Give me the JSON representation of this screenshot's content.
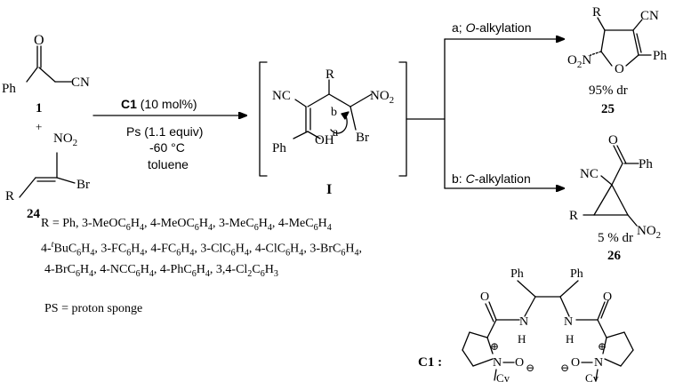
{
  "reactants": {
    "ketonitrile_number": "1",
    "nitroalkene_number": "24",
    "plus": "+",
    "ph": "Ph",
    "cn": "CN",
    "o": "O",
    "no2": "NO",
    "no2_sub": "2",
    "r": "R",
    "br": "Br"
  },
  "conditions": {
    "catalyst": "C1",
    "catalyst_loading": " (10 mol%)",
    "base": "Ps (1.1 equiv)",
    "temperature": "-60 °C",
    "solvent": "toluene"
  },
  "intermediate": {
    "label": "I",
    "nc": "NC",
    "r": "R",
    "no2": "NO",
    "no2_sub": "2",
    "br": "Br",
    "ph": "Ph",
    "oh": "OH",
    "a": "a",
    "b": "b"
  },
  "path_a": {
    "label_prefix": "a; ",
    "label_italic": "O",
    "label_suffix": "-alkylation",
    "product_number": "25",
    "dr": "95% dr",
    "r": "R",
    "cn": "CN",
    "o2n": "O",
    "o2n_sub": "2",
    "n": "N",
    "o": "O",
    "ph": "Ph"
  },
  "path_b": {
    "label_prefix": "b: ",
    "label_italic": "C",
    "label_suffix": "-alkylation",
    "product_number": "26",
    "dr": "5 % dr",
    "o": "O",
    "nc": "NC",
    "ph": "Ph",
    "r": "R",
    "no2": "NO",
    "no2_sub": "2"
  },
  "substituents": {
    "line1": "R = Ph, 3-MeOC6H4, 4-MeOC6H4, 3-MeC6H4, 4-MeC6H4",
    "line2": "4-tBuC6H4, 3-FC6H4, 4-FC6H4, 3-ClC6H4, 4-ClC6H4, 3-BrC6H4,",
    "line3": "4-BrC6H4, 4-NCC6H4, 4-PhC6H4, 3,4-Cl2C6H3"
  },
  "footnote": "PS = proton sponge",
  "catalyst_structure": {
    "label": "C1 :",
    "ph": "Ph",
    "n": "N",
    "h": "H",
    "o": "O",
    "plus": "⊕",
    "minus": "⊖",
    "cy": "Cy"
  }
}
